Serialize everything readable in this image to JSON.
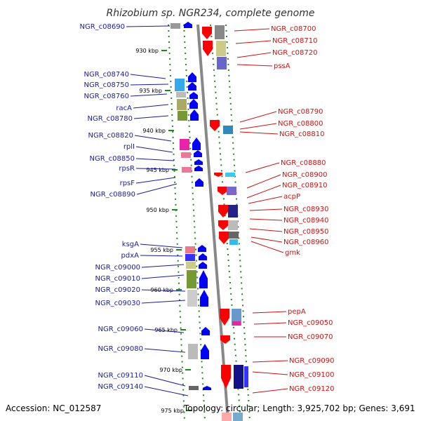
{
  "title": "Rhizobium sp. NGR234, complete genome",
  "accession": "Accession: NC_012587",
  "topology": "Topology: circular; Length: 3,925,702 bp; Genes: 3,691",
  "colors": {
    "forward": "#0000ff",
    "reverse": "#ff0000",
    "left_label": "#1a1aa8",
    "right_label": "#d01010",
    "tick": "#1a8a1a",
    "backbone": "#888888"
  },
  "ticks": [
    "930 kbp",
    "935 kbp",
    "940 kbp",
    "945 kbp",
    "950 kbp",
    "955 kbp",
    "960 kbp",
    "965 kbp",
    "970 kbp",
    "975 kbp"
  ],
  "left_labels": [
    "NGR_c08690",
    "NGR_c08740",
    "NGR_c08750",
    "NGR_c08760",
    "racA",
    "NGR_c08780",
    "NGR_c08820",
    "rplI",
    "NGR_c08850",
    "rpsR",
    "rpsF",
    "NGR_c08890",
    "ksgA",
    "pdxA",
    "NGR_c09000",
    "NGR_c09010",
    "NGR_c09020",
    "NGR_c09030",
    "NGR_c09060",
    "NGR_c09080",
    "NGR_c09110",
    "NGR_c09140"
  ],
  "right_labels": [
    "NGR_c08700",
    "NGR_c08710",
    "NGR_c08720",
    "pssA",
    "NGR_c08790",
    "NGR_c08800",
    "NGR_c08810",
    "NGR_c08880",
    "NGR_c08900",
    "NGR_c08910",
    "acpP",
    "NGR_c08930",
    "NGR_c08940",
    "NGR_c08950",
    "NGR_c08960",
    "gmk",
    "pepA",
    "NGR_c09050",
    "NGR_c09070",
    "NGR_c09090",
    "NGR_c09100",
    "NGR_c09120"
  ]
}
